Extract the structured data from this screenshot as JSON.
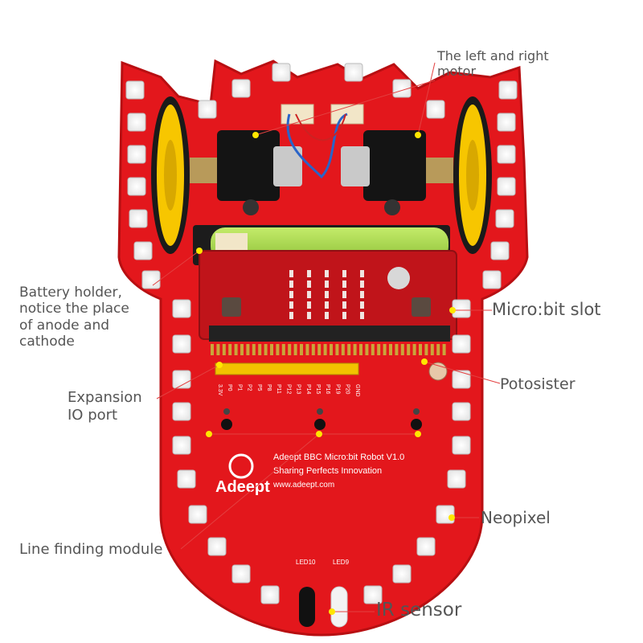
{
  "board": {
    "brand": "Adeept",
    "model_line": "Adeept BBC Micro:bit Robot V1.0",
    "slogan_line": "Sharing Perfects Innovation",
    "website": "www.adeept.com",
    "led_labels": [
      "LED10",
      "LED9"
    ],
    "io_pins": [
      "3.3V",
      "P0",
      "P1",
      "P2",
      "P5",
      "P8",
      "P11",
      "P12",
      "P13",
      "P14",
      "P15",
      "P16",
      "P19",
      "P20",
      "GND"
    ],
    "colors": {
      "pcb": "#e3171c",
      "pcb_edge": "#b80f12",
      "wheel_yellow": "#f7c600",
      "tire_black": "#1a1a1a",
      "motor_black": "#141414",
      "battery_green": "#a8d84b",
      "header_yellow": "#f2c200",
      "microbit_red": "#c0141a",
      "callout_line": "#e34040",
      "dot_yellow": "#ffe600"
    }
  },
  "callouts": {
    "motor": [
      "The left and right",
      "motor"
    ],
    "battery": [
      "Battery holder,",
      "notice the place",
      "of anode and",
      "cathode"
    ],
    "microbit": [
      "Micro:bit slot"
    ],
    "expansion": [
      "Expansion",
      "IO port"
    ],
    "photosister": [
      "Potosister"
    ],
    "neopixel": [
      "Neopixel"
    ],
    "line_finding": [
      "Line finding module"
    ],
    "ir": [
      "IR sensor"
    ]
  }
}
